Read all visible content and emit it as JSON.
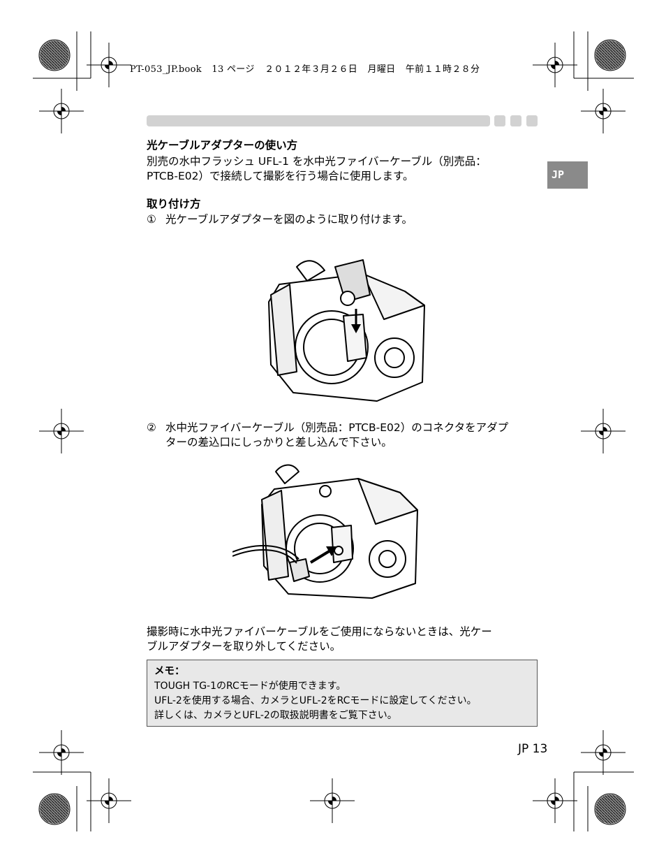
{
  "header": {
    "file": "PT-053_JP.book",
    "page_ref": "13 ページ",
    "date": "２０１２年３月２６日",
    "weekday": "月曜日",
    "time": "午前１１時２８分"
  },
  "tab_label": "JP",
  "section1": {
    "heading": "光ケーブルアダプターの使い方",
    "lines": [
      "別売の水中フラッシュ UFL-1 を水中光ファイバーケーブル（別売品：",
      "PTCB-E02）で接続して撮影を行う場合に使用します。"
    ]
  },
  "section2": {
    "heading": "取り付け方",
    "step1": {
      "num": "①",
      "text": "光ケーブルアダプターを図のように取り付けます。"
    },
    "step2": {
      "num": "②",
      "lines": [
        "水中光ファイバーケーブル（別売品：PTCB-E02）のコネクタをアダプ",
        "ターの差込口にしっかりと差し込んで下さい。"
      ]
    }
  },
  "after_note": {
    "lines": [
      "撮影時に水中光ファイバーケーブルをご使用にならないときは、光ケー",
      "ブルアダプターを取り外してください。"
    ]
  },
  "memo": {
    "title": "メモ：",
    "lines": [
      "TOUGH TG-1のRCモードが使用できます。",
      "UFL-2を使用する場合、カメラとUFL-2をRCモードに設定してください。",
      "詳しくは、カメラとUFL-2の取扱説明書をご覧下さい。"
    ]
  },
  "page_number": "JP 13"
}
